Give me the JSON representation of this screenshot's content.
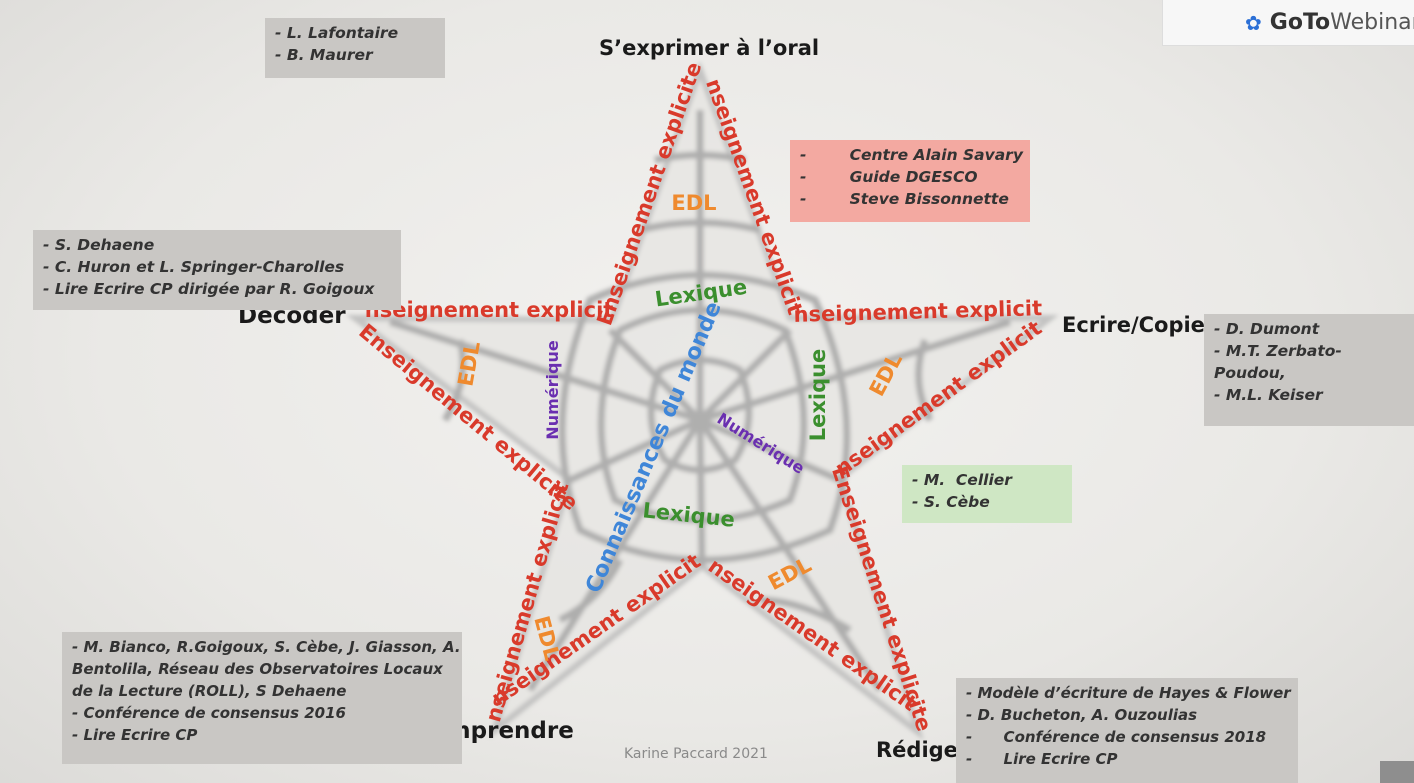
{
  "brand": {
    "logo_icon": "gotowebinar-logo-icon",
    "name_bold": "GoTo",
    "name_light": "Webinar"
  },
  "poles": {
    "top": "S’exprimer à l’oral",
    "right": "Ecrire/Copier",
    "left": "Décoder",
    "bottom_left": "Comprendre",
    "bottom_right": "Rédiger"
  },
  "boxes": {
    "top": [
      "- L. Lafontaire",
      "- B. Maurer"
    ],
    "pink": [
      "-        Centre Alain Savary",
      "-        Guide DGESCO",
      "-        Steve Bissonnette"
    ],
    "left": [
      "- S. Dehaene",
      "- C. Huron et L. Springer-Charolles",
      "- Lire Ecrire CP dirigée par R. Goigoux"
    ],
    "right": [
      "- D. Dumont",
      "- M.T. Zerbato-",
      "Poudou,",
      "- M.L. Keiser"
    ],
    "green": [
      "- M.  Cellier",
      "- S. Cèbe"
    ],
    "bottom_left": [
      "- M. Bianco, R.Goigoux, S. Cèbe, J. Giasson, A.",
      "Bentolila, Réseau des Observatoires Locaux",
      "de la Lecture (ROLL), S Dehaene",
      "- Conférence de consensus 2016",
      "- Lire Ecrire CP"
    ],
    "bottom_right": [
      "- Modèle d’écriture de Hayes & Flower",
      "- D. Bucheton, A. Ouzoulias",
      "-      Conférence de consensus 2018",
      "-      Lire Ecrire CP"
    ]
  },
  "star_labels": {
    "explicit": "Enseignement explicite",
    "edl": "EDL",
    "lexique": "Lexique",
    "numerique": "Numérique",
    "center": "Connaissances du monde"
  },
  "footer": "Karine Paccard 2021",
  "colors": {
    "red": "#d93a2b",
    "orange": "#ef8a2e",
    "green": "#3b8f2e",
    "purple": "#6a2fb0",
    "blue": "#3f86d8"
  }
}
